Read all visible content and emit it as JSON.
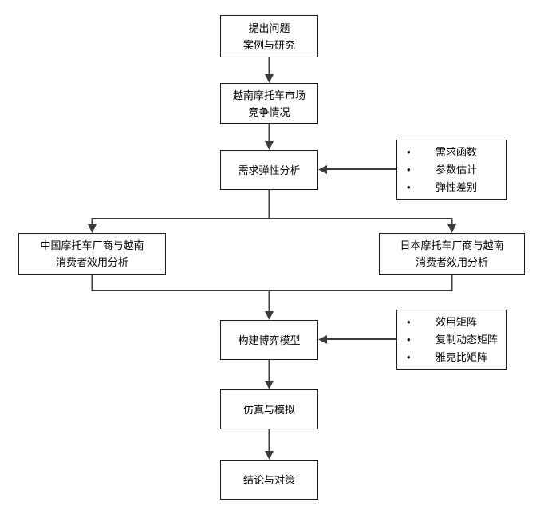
{
  "diagram": {
    "background_color": "#ffffff",
    "line_color": "#3a3a3a",
    "box_border_color": "#1a1a1a",
    "box_fill_color": "#ffffff",
    "text_color": "#000000",
    "bullet": "•",
    "nodes": {
      "problem": "提出问题\n案例与研究",
      "market": "越南摩托车市场\n竞争情况",
      "elasticity": "需求弹性分析",
      "china_utility": "中国摩托车厂商与越南\n消费者效用分析",
      "japan_utility": "日本摩托车厂商与越南\n消费者效用分析",
      "game_model": "构建博弈模型",
      "simulation": "仿真与模拟",
      "conclusion": "结论与对策"
    },
    "side_lists": {
      "elasticity_notes": [
        "需求函数",
        "参数估计",
        "弹性差别"
      ],
      "game_model_notes": [
        "效用矩阵",
        "复制动态矩阵",
        "雅克比矩阵"
      ]
    }
  }
}
